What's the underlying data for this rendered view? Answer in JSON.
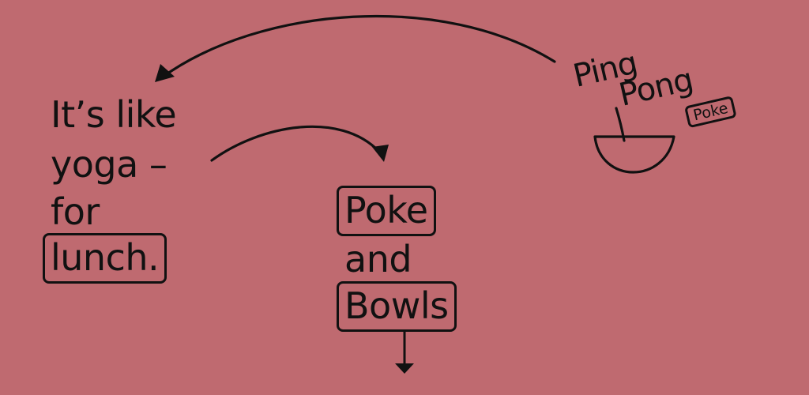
{
  "background_color": "#bf6a70",
  "ink_color": "#111111",
  "tagline": {
    "line1": "It’s like",
    "line2": "yoga –",
    "line3": "for",
    "line4": "lunch."
  },
  "menu": {
    "line1": "Poke",
    "line2": "and",
    "line3": "Bowls"
  },
  "logo": {
    "word1": "Ping",
    "word2": "Pong",
    "badge": "Poke",
    "icon": "poke-bowl-icon"
  }
}
